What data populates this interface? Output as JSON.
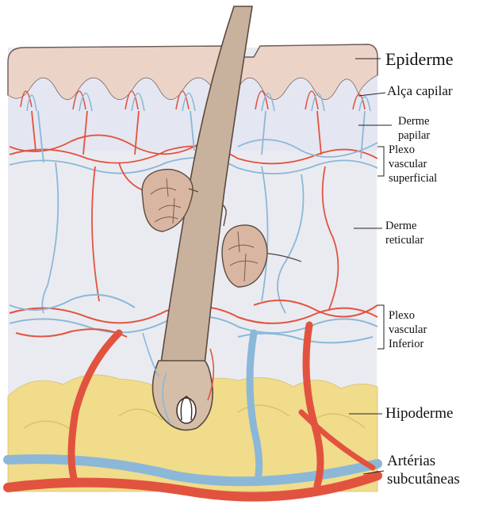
{
  "labels": {
    "epiderme": "Epiderme",
    "alca_capilar": "Alça capilar",
    "derme_papilar": [
      "Derme",
      "papilar"
    ],
    "plexo_superficial": [
      "Plexo",
      "vascular",
      "superficial"
    ],
    "derme_reticular": [
      "Derme",
      "reticular"
    ],
    "plexo_inferior": [
      "Plexo",
      "vascular",
      "Inferior"
    ],
    "hipoderme": "Hipoderme",
    "arterias": [
      "Artérias",
      "subcutâneas"
    ]
  },
  "colors": {
    "epidermis": "#ecd3c8",
    "papillary_dermis": "#e3e6f0",
    "dermis": "#eaebf1",
    "hypodermis": "#f0dc8a",
    "artery": "#e2533f",
    "vein": "#8bb8d8",
    "hair": "#c9b29d",
    "gland": "#d9b6a1",
    "outline": "#4a4040"
  }
}
